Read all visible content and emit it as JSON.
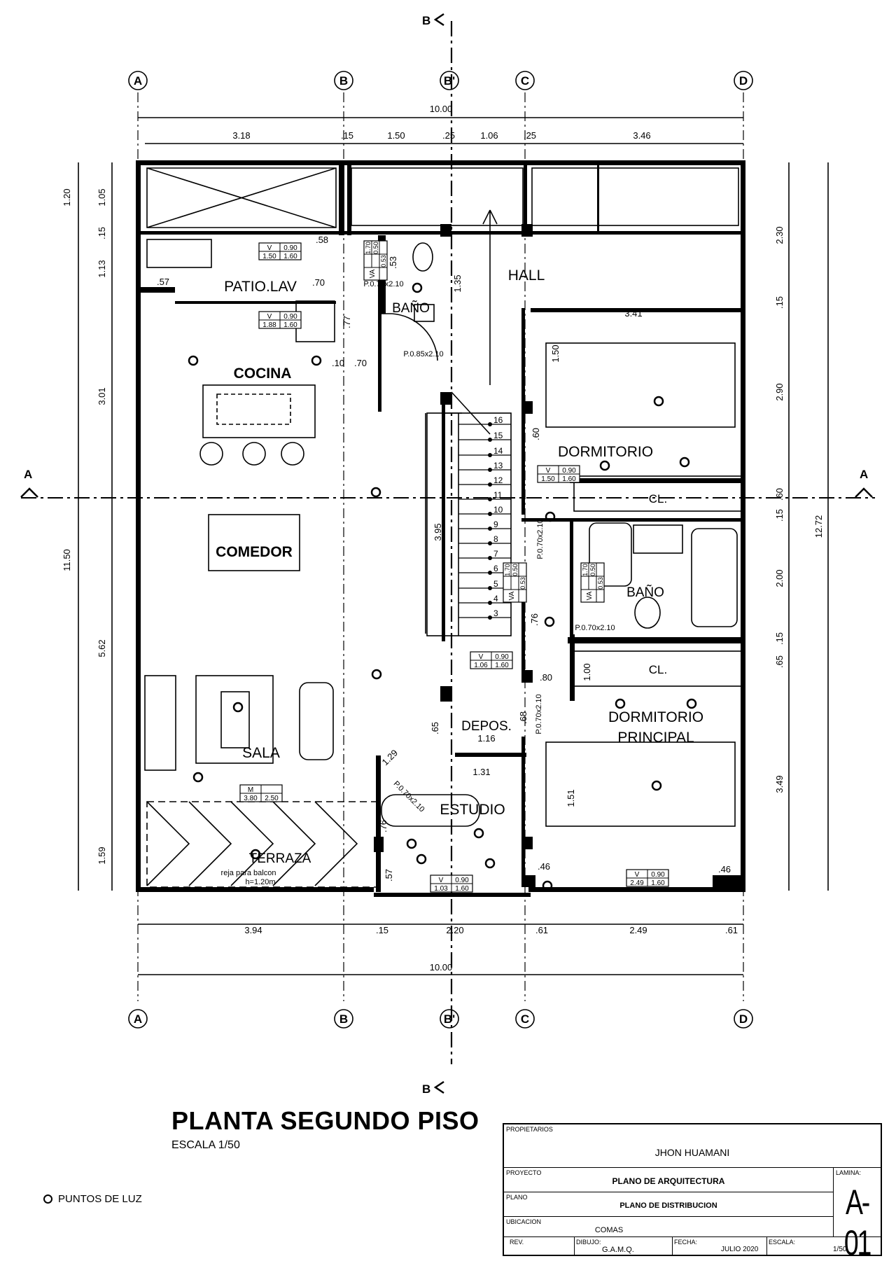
{
  "drawing": {
    "title": "PLANTA SEGUNDO PISO",
    "scale": "ESCALA 1/50",
    "legend_label": "PUNTOS DE LUZ"
  },
  "axes": {
    "grid_labels": [
      "A",
      "B",
      "B'",
      "C",
      "D"
    ],
    "section_label_a": "A",
    "section_label_b": "B"
  },
  "dimensions": {
    "top_total": "10.00",
    "top": [
      "3.18",
      ".15",
      "1.50",
      ".25",
      "1.06",
      ".25",
      "3.46"
    ],
    "bottom_total": "10.00",
    "bottom": [
      "3.94",
      ".15",
      "2.20",
      ".61",
      "2.49",
      ".61"
    ],
    "left_outer": [
      "1.20",
      "11.50"
    ],
    "left_inner": [
      "1.05",
      ".15",
      "1.13",
      "3.01",
      "5.62",
      "1.59"
    ],
    "right_inner": [
      "2.30",
      ".15",
      "2.90",
      ".60",
      ".15",
      "2.00",
      ".15",
      ".65",
      "3.49"
    ],
    "right_outer": "12.72",
    "interior": [
      "3.41",
      "1.50",
      "3.95",
      ".60",
      ".76",
      ".80",
      "1.29",
      "1.16",
      "1.31",
      "1.51",
      ".46",
      ".46",
      ".65",
      ".57",
      ".70",
      ".77",
      ".10",
      ".70",
      ".53",
      "1.35",
      ".58",
      ".76",
      ".57",
      "1.00",
      ".68"
    ]
  },
  "rooms": {
    "patio": "PATIO.LAV",
    "bano1": "BAÑO",
    "hall": "HALL",
    "cocina": "COCINA",
    "dormitorio": "DORMITORIO",
    "cl1": "CL.",
    "comedor": "COMEDOR",
    "bano2": "BAÑO",
    "cl2": "CL.",
    "dormitorio_principal_1": "DORMITORIO",
    "dormitorio_principal_2": "PRINCIPAL",
    "depos": "DEPOS.",
    "sala": "SALA",
    "estudio": "ESTUDIO",
    "terraza": "TERRAZA",
    "reja_1": "reja para balcon",
    "reja_2": "h=1.20m"
  },
  "doors": [
    "P.0.70x2.10",
    "P.0.85x2.10",
    "P.0.70x2.10",
    "P.0.70x2.10",
    "P.0.70x2.10",
    "P.0.70x2.10"
  ],
  "window_tags": [
    {
      "type": "V",
      "w": "0.90",
      "a": "1.50",
      "b": "1.60"
    },
    {
      "type": "V",
      "w": "0.90",
      "a": "1.88",
      "b": "1.60"
    },
    {
      "type": "V",
      "w": "0.90",
      "a": "1.50",
      "b": "1.60"
    },
    {
      "type": "V",
      "w": "0.90",
      "a": "1.06",
      "b": "1.60"
    },
    {
      "type": "M",
      "w": "",
      "a": "3.80",
      "b": "2.50"
    },
    {
      "type": "V",
      "w": "0.90",
      "a": "1.03",
      "b": "1.60"
    },
    {
      "type": "V",
      "w": "0.90",
      "a": "2.49",
      "b": "1.60"
    }
  ],
  "vent_tags": [
    {
      "type": "VA",
      "a": "1.70",
      "b": "0.50"
    },
    {
      "type": "VA",
      "a": "1.70",
      "b": "0.50"
    },
    {
      "type": "VA",
      "a": "1.70",
      "b": "0.50"
    }
  ],
  "vent_fracs": [
    "0.53",
    "0.53",
    "0.53"
  ],
  "stair_steps": [
    "16",
    "15",
    "14",
    "13",
    "12",
    "11",
    "10",
    "9",
    "8",
    "7",
    "6",
    "5",
    "4",
    "3"
  ],
  "title_block": {
    "owner_label": "PROPIETARIOS",
    "owner": "JHON HUAMANI",
    "project_label": "PROYECTO",
    "project": "PLANO DE ARQUITECTURA",
    "sheet_label": "LAMINA:",
    "sheet": "A-01",
    "plan_label": "PLANO",
    "plan": "PLANO DE DISTRIBUCION",
    "location_label": "UBICACION",
    "location": "COMAS",
    "rev_label": "REV.",
    "drawn_label": "DIBUJO:",
    "drawn": "G.A.M.Q.",
    "date_label": "FECHA:",
    "date": "JULIO 2020",
    "scale_label": "ESCALA:",
    "scale": "1/50"
  }
}
